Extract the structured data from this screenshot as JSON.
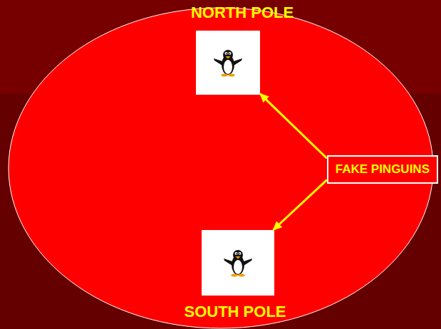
{
  "diagram": {
    "nodes": [
      {
        "text": [
          "NORTH POLE"
        ]
      },
      {
        "text": [
          "FAKE PINGUINS"
        ]
      },
      {
        "text": [
          "SOUTH POLE"
        ]
      }
    ],
    "edges": [
      {
        "from": 1,
        "to": 0,
        "arrow": "to"
      },
      {
        "from": 1,
        "to": 2,
        "arrow": "to"
      }
    ]
  }
}
